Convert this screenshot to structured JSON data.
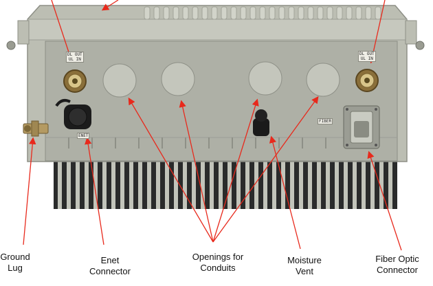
{
  "colors": {
    "background": "#ffffff",
    "housing": "#b9bbaf",
    "panel": "#a8aaa0",
    "heatsink_dark": "#1e1f1f",
    "arrow": "#e8291c",
    "label_text": "#111111"
  },
  "plates": {
    "left_rf": [
      "DL OUT",
      "UL IN"
    ],
    "right_rf": [
      "DL OUT",
      "UL IN"
    ],
    "enet": "ENET",
    "fiber": "FIBER"
  },
  "callouts": {
    "ground_lug": [
      "Ground",
      "Lug"
    ],
    "enet_connector": [
      "Enet",
      "Connector"
    ],
    "openings_for_conduits": [
      "Openings for",
      "Conduits"
    ],
    "moisture_vent": [
      "Moisture",
      "Vent"
    ],
    "fiber_optic_connector": [
      "Fiber Optic",
      "Connector"
    ]
  }
}
